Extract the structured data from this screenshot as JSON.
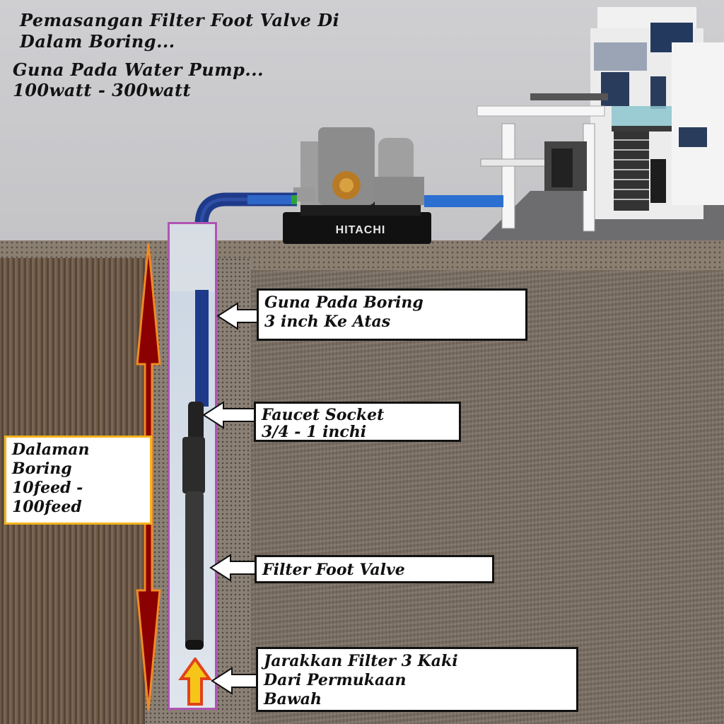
{
  "header": {
    "title_line1": "Pemasangan Filter Foot Valve Di",
    "title_line2": "Dalam Boring...",
    "subtitle_line1": "Guna Pada Water Pump...",
    "subtitle_line2": "100watt - 300watt"
  },
  "pump": {
    "brand": "HITACHI"
  },
  "callouts": {
    "boring": {
      "line1": "Guna Pada Boring",
      "line2": "3 inch Ke Atas"
    },
    "socket": {
      "line1": "Faucet Socket",
      "line2": "3/4 - 1 inchi"
    },
    "valve": {
      "line1": "Filter Foot Valve"
    },
    "distance": {
      "line1": "Jarakkan Filter 3 Kaki",
      "line2": "Dari Permukaan",
      "line3": "Bawah"
    }
  },
  "depth": {
    "line1": "Dalaman",
    "line2": "Boring",
    "line3": "10feed -",
    "line4": "100feed"
  },
  "colors": {
    "pipe": "#1e3a8a",
    "casing": "#b054b3",
    "depth_arrow": "#8b0000",
    "depth_outline": "#f08a24",
    "label_border": "#f2b41d"
  }
}
